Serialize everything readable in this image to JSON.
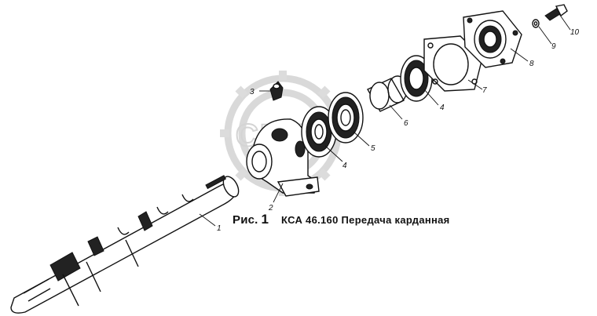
{
  "caption": {
    "figure_label": "Рис.",
    "figure_number": "1",
    "title": "КСА 46.160 Передача карданная"
  },
  "callouts": [
    "1",
    "2",
    "3",
    "4",
    "4",
    "5",
    "6",
    "7",
    "8",
    "9",
    "10"
  ],
  "colors": {
    "ink": "#111111",
    "background": "#ffffff",
    "watermark": "#d9d9d9"
  }
}
